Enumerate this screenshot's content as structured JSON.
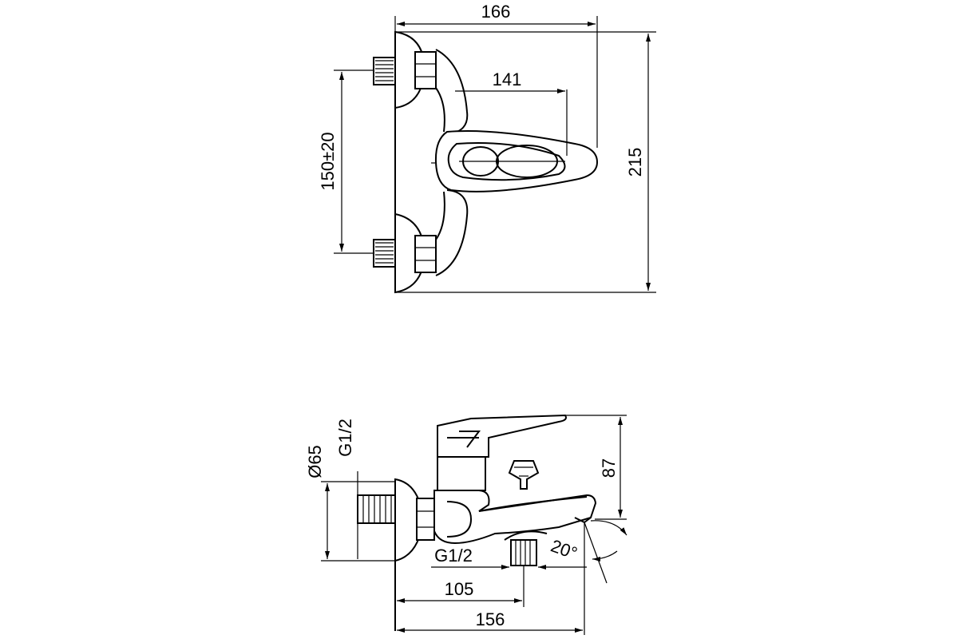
{
  "top_view": {
    "dimensions": {
      "overall_width": "166",
      "handle_reach": "141",
      "inlet_spacing": "150±20",
      "overall_height": "215"
    }
  },
  "side_view": {
    "dimensions": {
      "flange_diameter": "Ø65",
      "inlet_thread": "G1/2",
      "outlet_thread": "G1/2",
      "outlet_offset": "105",
      "projection": "156",
      "height": "87",
      "spout_angle": "20°"
    }
  }
}
